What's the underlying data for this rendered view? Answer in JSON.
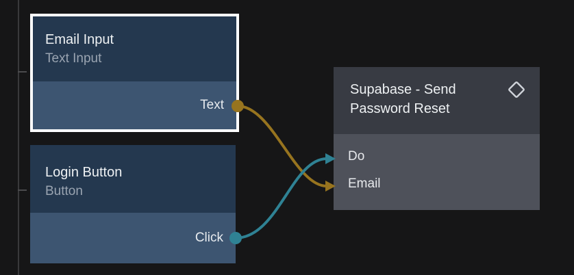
{
  "canvas": {
    "background": "#161617"
  },
  "colors": {
    "selection_border": "#ffffff",
    "blue_node_header": "#24384f",
    "blue_node_body": "#3d5571",
    "gray_node_header": "#383b43",
    "gray_node_body": "#4e515a",
    "title_text": "#eef1f3",
    "subtitle_text": "#9aa4b1",
    "port_label_text": "#e7ebef",
    "gold": "#97741f",
    "teal": "#2f8294",
    "icon": "#d0d4da",
    "ruler": "#4b4b4d"
  },
  "nodes": {
    "email_input": {
      "title": "Email Input",
      "subtitle": "Text Input",
      "selected": true,
      "outputs": [
        {
          "label": "Text",
          "color": "#97741f"
        }
      ]
    },
    "login_button": {
      "title": "Login Button",
      "subtitle": "Button",
      "selected": false,
      "outputs": [
        {
          "label": "Click",
          "color": "#2f8294"
        }
      ]
    },
    "supabase": {
      "title": "Supabase - Send Password Reset",
      "title_lines": [
        "Supabase - Send",
        "Password Reset"
      ],
      "icon": "diamond-icon",
      "inputs": [
        {
          "label": "Do",
          "color": "#2f8294"
        },
        {
          "label": "Email",
          "color": "#97741f"
        }
      ]
    }
  },
  "wires": [
    {
      "from_node": "Email Input",
      "from_port": "Text",
      "to_node": "Supabase - Send Password Reset",
      "to_port": "Email",
      "color": "#97741f"
    },
    {
      "from_node": "Login Button",
      "from_port": "Click",
      "to_node": "Supabase - Send Password Reset",
      "to_port": "Do",
      "color": "#2f8294"
    }
  ]
}
